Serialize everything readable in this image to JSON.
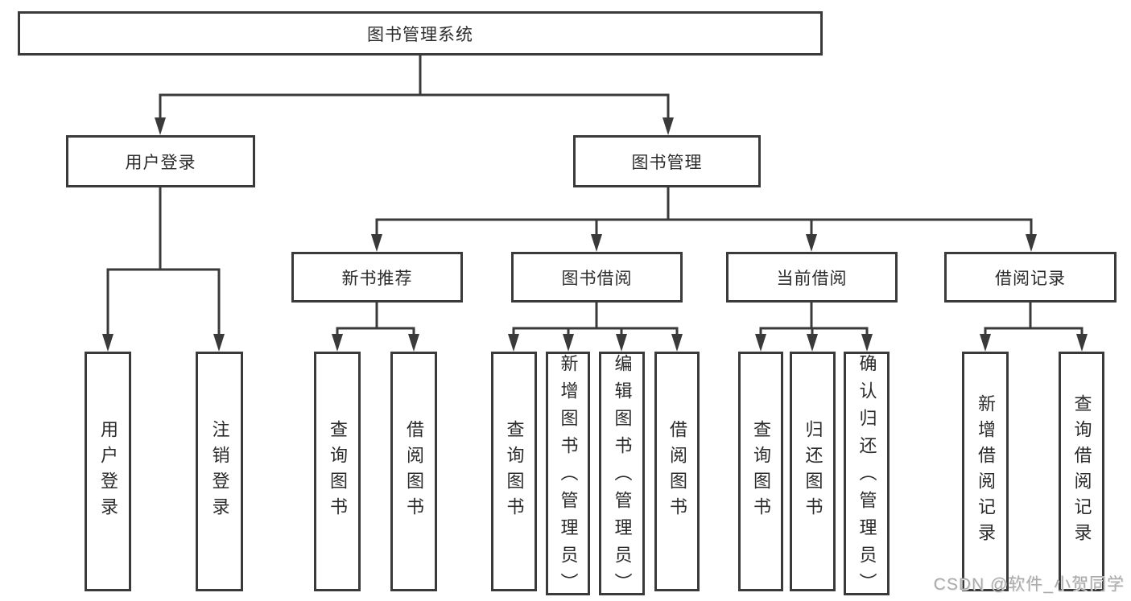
{
  "diagram": {
    "title": "图书管理系统",
    "nodes": {
      "root": {
        "label": "图书管理系统"
      },
      "level2": [
        {
          "label": "用户登录"
        },
        {
          "label": "图书管理"
        }
      ],
      "level3": [
        {
          "label": "新书推荐",
          "parent": "图书管理"
        },
        {
          "label": "图书借阅",
          "parent": "图书管理"
        },
        {
          "label": "当前借阅",
          "parent": "图书管理"
        },
        {
          "label": "借阅记录",
          "parent": "图书管理"
        }
      ],
      "leaves": [
        {
          "label": "用户登录",
          "parent": "用户登录"
        },
        {
          "label": "注销登录",
          "parent": "用户登录"
        },
        {
          "label": "查询图书",
          "parent": "新书推荐"
        },
        {
          "label": "借阅图书",
          "parent": "新书推荐"
        },
        {
          "label": "查询图书",
          "parent": "图书借阅"
        },
        {
          "label": "新增图书（管理员）",
          "parent": "图书借阅"
        },
        {
          "label": "编辑图书（管理员）",
          "parent": "图书借阅"
        },
        {
          "label": "借阅图书",
          "parent": "图书借阅"
        },
        {
          "label": "查询图书",
          "parent": "当前借阅"
        },
        {
          "label": "归还图书",
          "parent": "当前借阅"
        },
        {
          "label": "确认归还（管理员）",
          "parent": "当前借阅"
        },
        {
          "label": "新增借阅记录",
          "parent": "借阅记录"
        },
        {
          "label": "查询借阅记录",
          "parent": "借阅记录"
        }
      ]
    },
    "colors": {
      "line": "#3a3a3a",
      "box_border": "#3a3a3a",
      "box_fill": "#ffffff",
      "text": "#2b2b2b",
      "watermark": "#ababab",
      "background": "#ffffff"
    }
  },
  "watermark": {
    "text": "CSDN @软件_小贺同学"
  }
}
